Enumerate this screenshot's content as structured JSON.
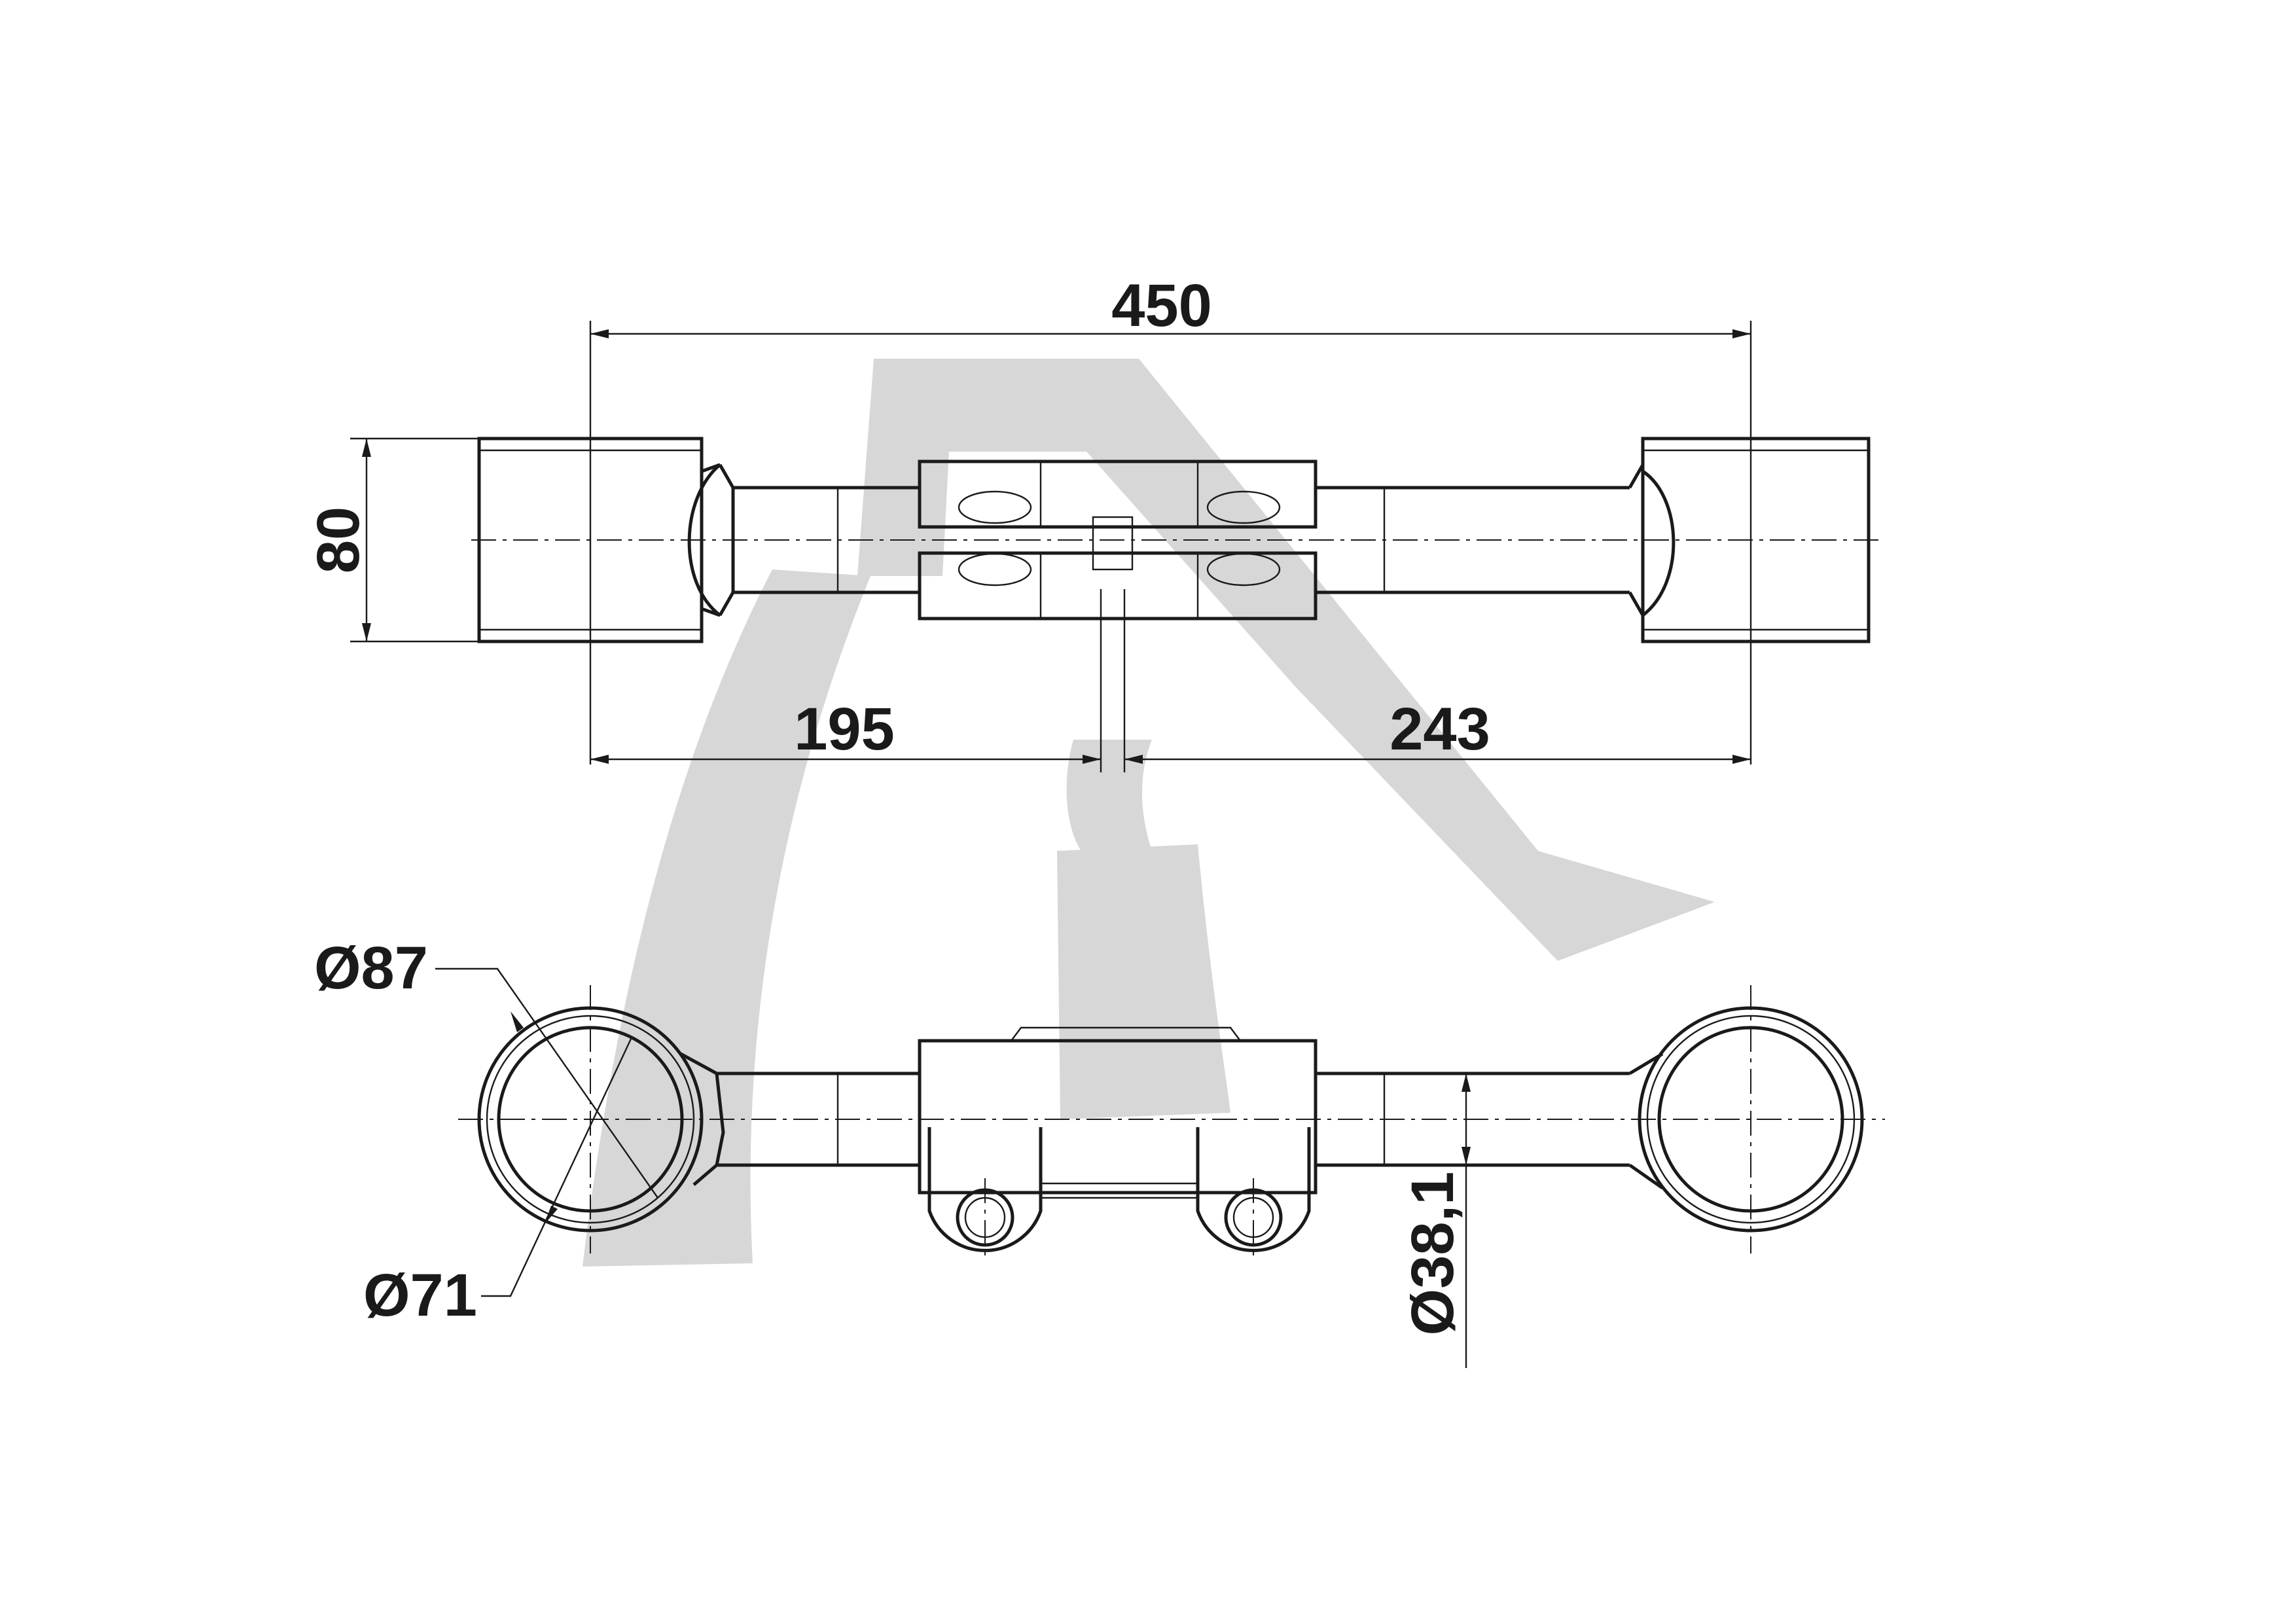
{
  "top_view": {
    "overall_length": "450",
    "height": "80",
    "left_offset": "195",
    "right_offset": "243"
  },
  "bottom_view": {
    "outer_diameter": "Ø87",
    "inner_diameter": "Ø71",
    "tube_diameter": "Ø38,1"
  },
  "colors": {
    "line": "#1a1a1a",
    "watermark": "#d7d7d7",
    "background": "#ffffff"
  }
}
